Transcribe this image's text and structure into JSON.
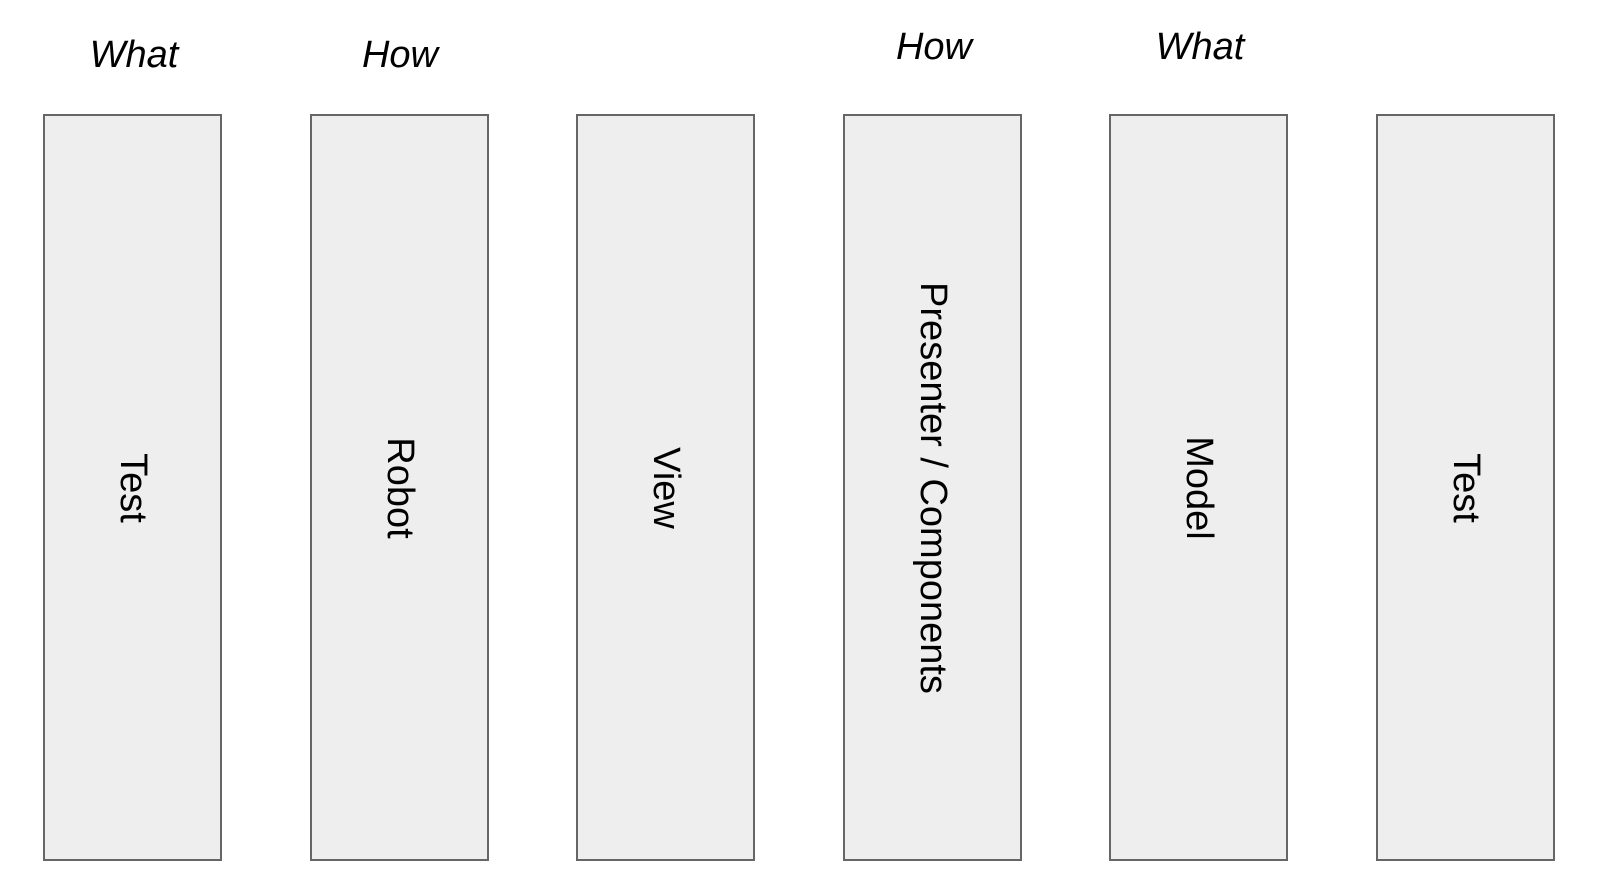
{
  "headers": {
    "test_left": "What",
    "robot": "How",
    "presenter": "How",
    "model": "What"
  },
  "layers": [
    {
      "label": "Test"
    },
    {
      "label": "Robot"
    },
    {
      "label": "View"
    },
    {
      "label": "Presenter / Components"
    },
    {
      "label": "Model"
    },
    {
      "label": "Test"
    }
  ],
  "colors": {
    "box_fill": "#eeeeee",
    "box_border": "#666666",
    "text": "#000000",
    "background": "#ffffff"
  }
}
